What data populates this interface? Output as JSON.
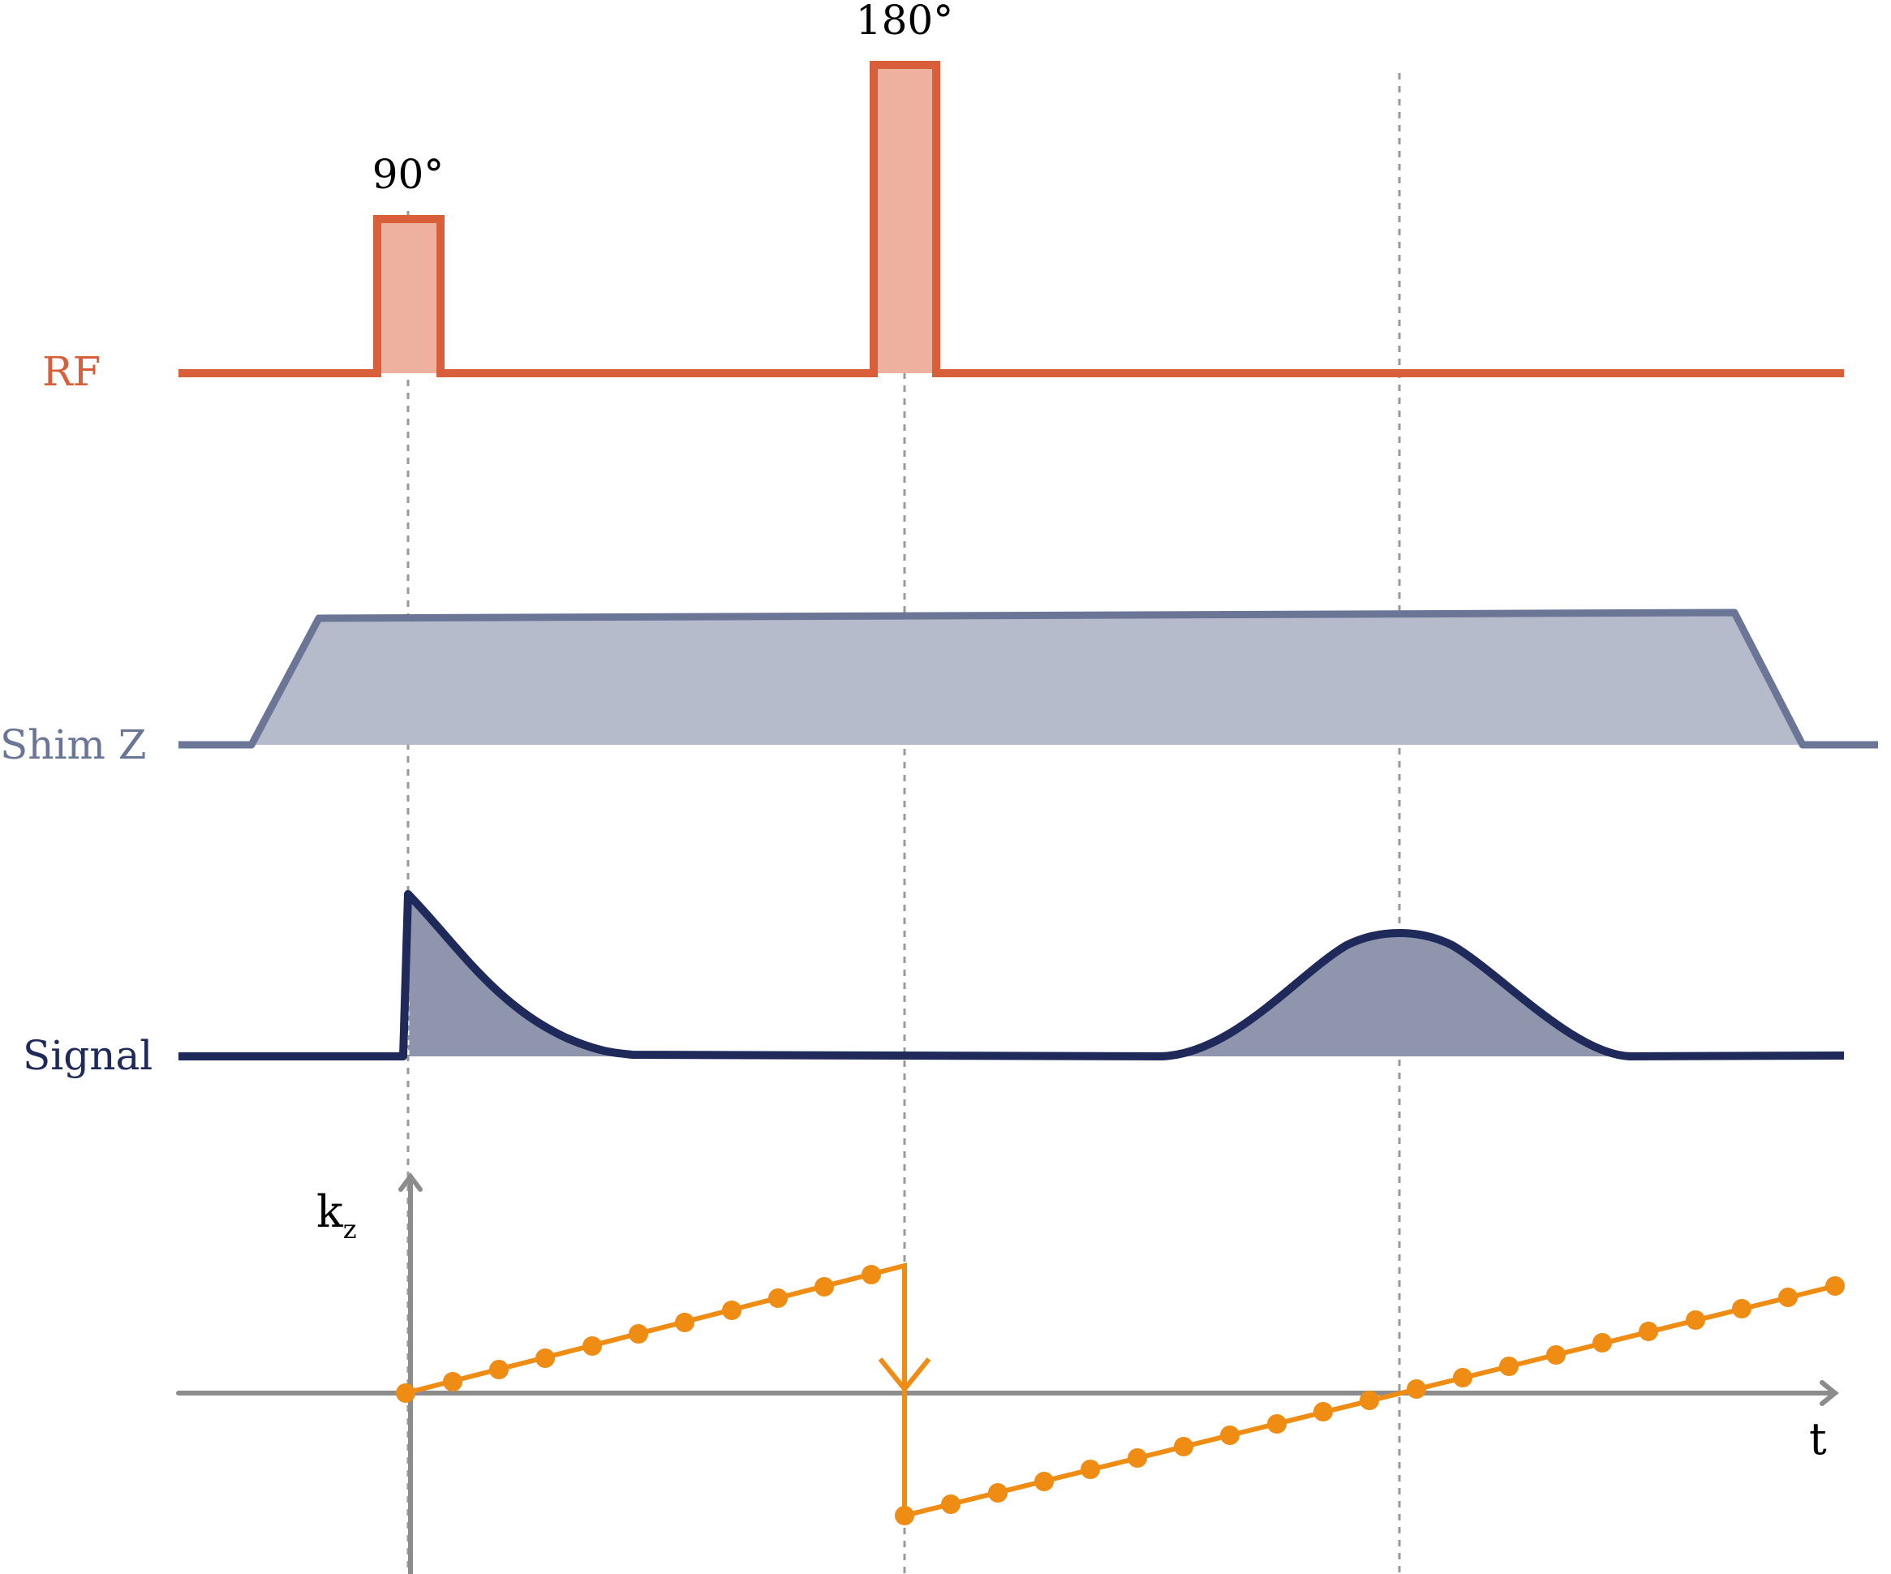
{
  "labels": {
    "rf": "RF",
    "shim": "Shim Z",
    "signal": "Signal",
    "pulse90": "90°",
    "pulse180": "180°",
    "k_axis": "k",
    "k_subscript": "z",
    "t_axis": "t"
  },
  "colors": {
    "rf": "#d95f3b",
    "rf_fill": "#eeb09f",
    "shim": "#6b7596",
    "shim_fill": "#b6bbcb",
    "signal": "#1f2a5a",
    "signal_fill": "#9095ae",
    "kz": "#ee8c14",
    "axis": "#8c8c8c",
    "guide": "#9a9a9a",
    "text": "#000000"
  }
}
